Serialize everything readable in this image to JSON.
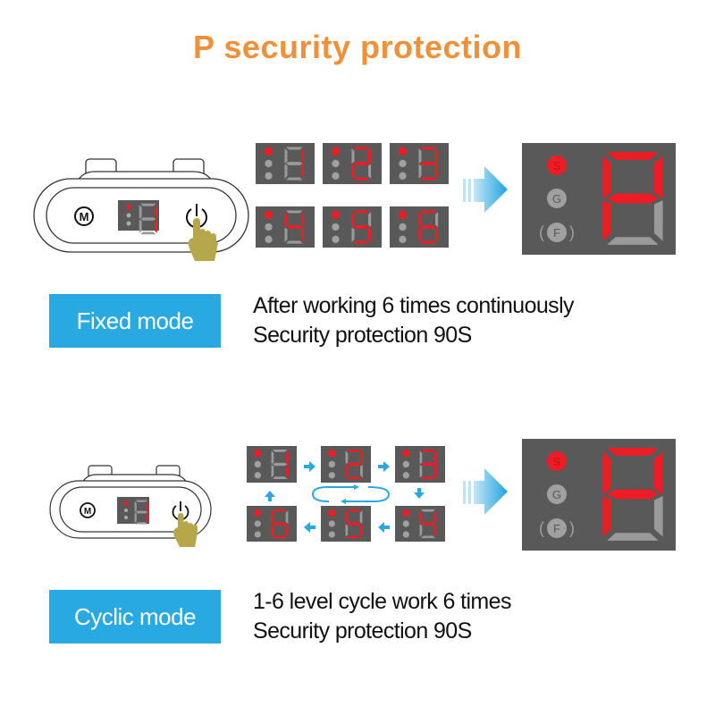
{
  "title": "P security protection",
  "colors": {
    "title": "#f0913a",
    "badge": "#28a9e1",
    "segment_on": "#ee1c25",
    "segment_off": "#9a9a9a",
    "panel": "#595959",
    "arrow": "#29a8e0",
    "finger": "#b5a74a"
  },
  "indicator_labels": {
    "s": "S",
    "g": "G",
    "f": "F"
  },
  "device": {
    "mode_button_label": "M",
    "power_icon": "power-icon",
    "pointer_icon": "hand-pointer-icon",
    "display_digit": "1"
  },
  "sections": [
    {
      "mode_label": "Fixed mode",
      "description_lines": [
        "After working 6 times continuously",
        "Security protection 90S"
      ],
      "levels": [
        "1",
        "2",
        "3",
        "4",
        "5",
        "6"
      ],
      "result": "P"
    },
    {
      "mode_label": "Cyclic mode",
      "description_lines": [
        "1-6 level cycle work 6 times",
        "Security protection 90S"
      ],
      "levels": [
        "1",
        "2",
        "3",
        "4",
        "5",
        "6"
      ],
      "result": "P"
    }
  ]
}
